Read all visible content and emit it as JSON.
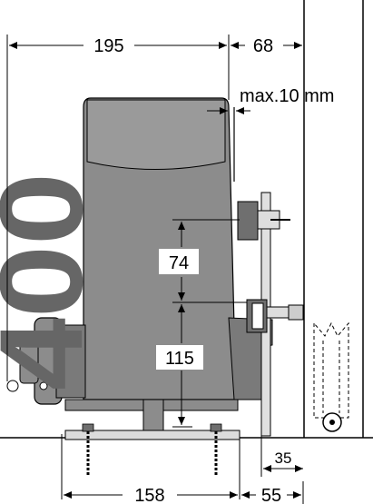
{
  "dimensions": {
    "width_top": "195",
    "width_right": "68",
    "max_gap": "max.10 mm",
    "height_upper": "74",
    "height_lower": "115",
    "offset_bottom": "35",
    "base_width": "158",
    "base_right": "55"
  },
  "model_label": "400",
  "colors": {
    "housing": "#8c8c8c",
    "housing_dark": "#6f6f6f",
    "label": "#666666",
    "line": "#000000",
    "bg": "#ffffff"
  }
}
